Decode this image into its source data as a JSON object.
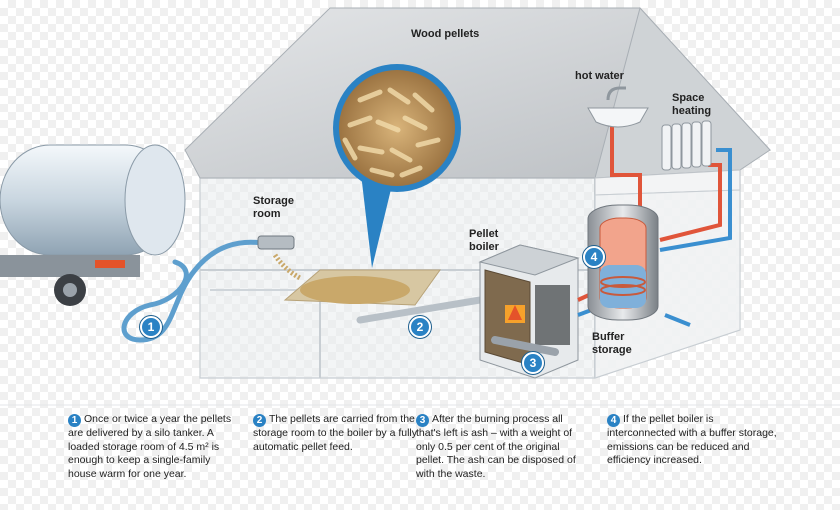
{
  "labels": {
    "wood_pellets": "Wood pellets",
    "hot_water": "hot water",
    "space_heating_1": "Space",
    "space_heating_2": "heating",
    "storage_room_1": "Storage",
    "storage_room_2": "room",
    "pellet_boiler_1": "Pellet",
    "pellet_boiler_2": "boiler",
    "buffer_storage_1": "Buffer",
    "buffer_storage_2": "storage"
  },
  "steps": [
    {
      "number": "1",
      "text": "Once or twice a year the pellets are delivered by a silo tanker. A loaded storage room of 4.5 m² is enough to keep a single-family house warm for one year."
    },
    {
      "number": "2",
      "text": "The pellets are carried from the storage room to the boiler by a fully automatic pellet feed."
    },
    {
      "number": "3",
      "text": "After the burning process all that's left is ash – with a weight of only 0.5 per cent of the original pellet. The ash can be disposed of with the waste."
    },
    {
      "number": "4",
      "text": "If the pellet boiler is interconnected with a buffer storage, emissions can be reduced and efficiency increased."
    }
  ],
  "colors": {
    "accent": "#2a82c4",
    "hot_pipe": "#e0553a",
    "cold_pipe": "#3a8fd0",
    "pellets": "#c9a86a"
  }
}
